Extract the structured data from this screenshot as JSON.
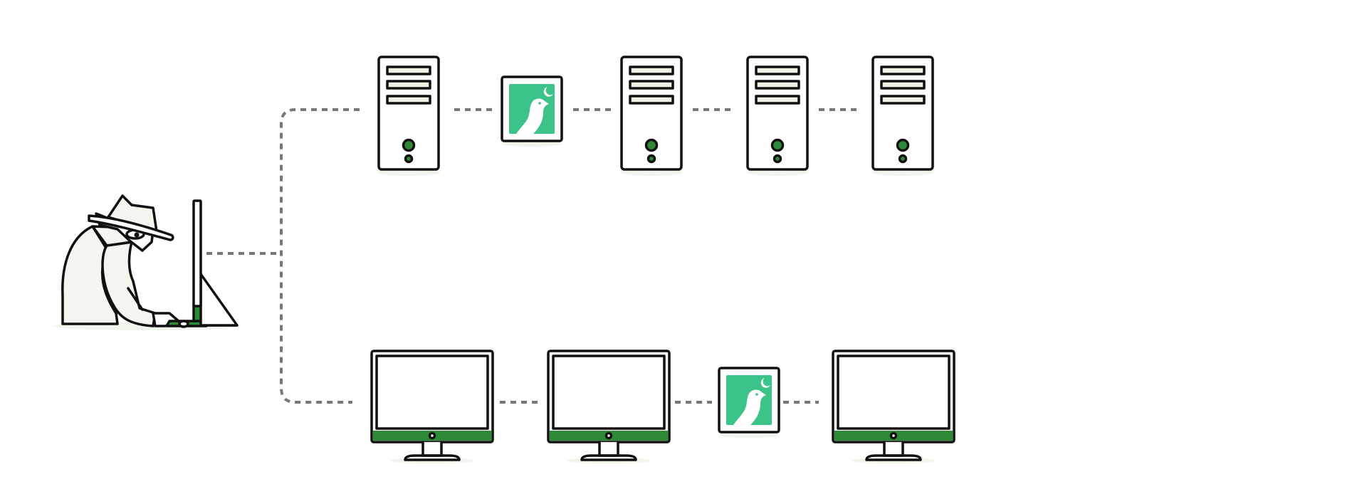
{
  "colors": {
    "outline": "#111111",
    "connector": "#777777",
    "green": "#2f8a38",
    "canary_tile": "#3cc38a",
    "tint": "#eef5ea",
    "slot": "#f0f0e4"
  },
  "icons": {
    "attacker": "hacker-at-computer-icon",
    "server": "server-tower-icon",
    "monitor": "desktop-monitor-icon",
    "canary": "canary-bird-icon"
  },
  "rows": {
    "top": [
      "server",
      "canary",
      "server",
      "server",
      "server"
    ],
    "bottom": [
      "monitor",
      "monitor",
      "canary",
      "monitor"
    ]
  }
}
